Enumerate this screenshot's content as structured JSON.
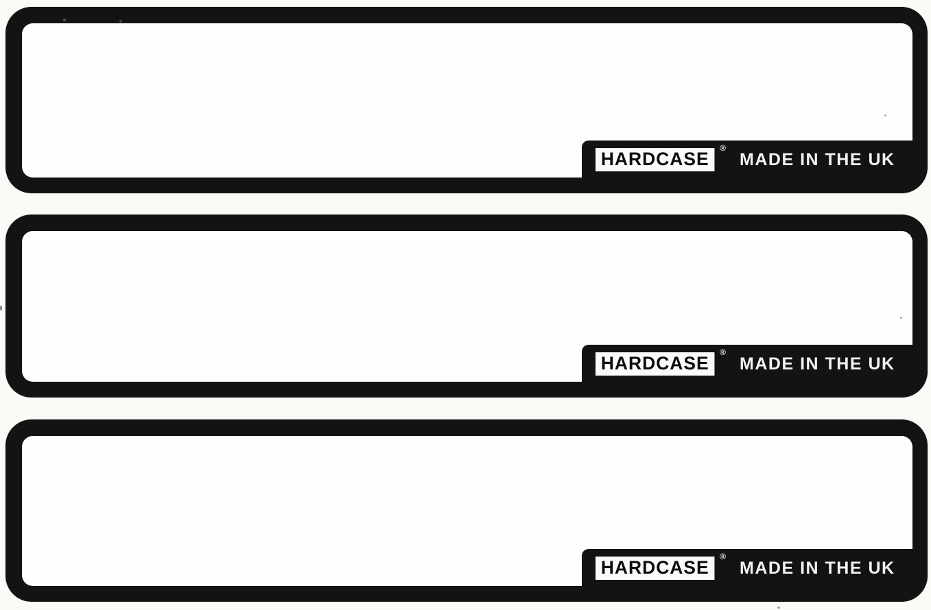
{
  "labels": [
    {
      "logo_text": "HARDCASE",
      "registered_mark": "®",
      "origin_text": "MADE IN THE UK"
    },
    {
      "logo_text": "HARDCASE",
      "registered_mark": "®",
      "origin_text": "MADE IN THE UK"
    },
    {
      "logo_text": "HARDCASE",
      "registered_mark": "®",
      "origin_text": "MADE IN THE UK"
    }
  ],
  "colors": {
    "plate_black": "#131313",
    "interior_white": "#fefefe",
    "background": "#fbfaf7",
    "text_white": "#f2f2f2"
  }
}
